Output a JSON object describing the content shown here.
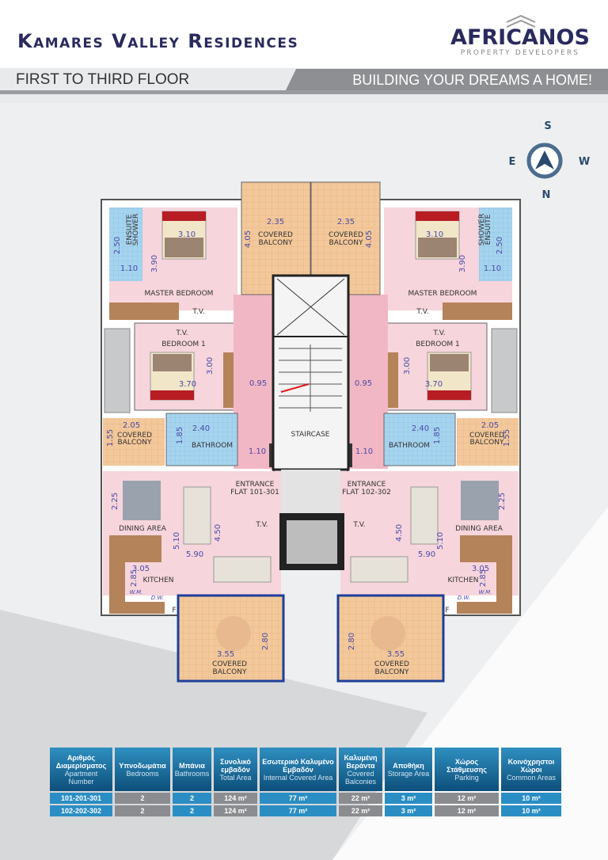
{
  "header": {
    "title": "Kamares Valley Residences",
    "logo_name": "AFRICANOS",
    "logo_sub": "PROPERTY DEVELOPERS",
    "floor": "FIRST TO THIRD FLOOR",
    "slogan": "BUILDING YOUR DREAMS A HOME!"
  },
  "compass": {
    "n": "N",
    "s": "S",
    "e": "E",
    "w": "W"
  },
  "colors": {
    "navy": "#2a2a5e",
    "pink": "#f6d5dc",
    "balcony": "#f3c89a",
    "tile_blue": "#9fd0ee",
    "dim": "#4a4aa8",
    "arrow": "#f28a1e"
  },
  "plan": {
    "master_bedroom": "MASTER BEDROOM",
    "bedroom1": "BEDROOM 1",
    "ensuite": "ENSUITE",
    "shower": "SHOWER",
    "covered": "COVERED",
    "balcony": "BALCONY",
    "bathroom": "BATHROOM",
    "dining": "DINING AREA",
    "kitchen": "KITCHEN",
    "staircase": "STAIRCASE",
    "tv": "T.V.",
    "entrance": "ENTRANCE",
    "flat_left": "FLAT 101-301",
    "flat_right": "FLAT 102-302",
    "wm": "W.M.",
    "dw": "D.W.",
    "f": "F",
    "dims": {
      "mb_w": "3.10",
      "mb_h": "3.90",
      "sh_h": "2.50",
      "sh_w": "1.10",
      "bt_w": "2.35",
      "bt_h": "4.05",
      "b1_h": "3.00",
      "b1_w": "3.70",
      "cor": "0.95",
      "sb_w": "2.05",
      "sb_h": "1.55",
      "ba_w": "2.40",
      "ba_h": "1.85",
      "ent": "1.10",
      "din": "2.25",
      "liv_h": "5.10",
      "liv_h2": "4.50",
      "liv_w": "5.90",
      "kit_w": "3.05",
      "kit_h": "2.85",
      "bb_w": "3.55",
      "bb_h": "2.80"
    }
  },
  "table": {
    "headers": [
      {
        "gr": "Αριθμός Διαμερίσματος",
        "en": "Apartment Number"
      },
      {
        "gr": "Υπνοδωμάτια",
        "en": "Bedrooms"
      },
      {
        "gr": "Μπάνια",
        "en": "Bathrooms"
      },
      {
        "gr": "Συνολικό εμβαδόν",
        "en": "Total Area"
      },
      {
        "gr": "Εσωτερικό Καλυμένο Εμβαδόν",
        "en": "Internal Covered Area"
      },
      {
        "gr": "Καλυμένη Βεράντα",
        "en": "Covered Balconies"
      },
      {
        "gr": "Αποθήκη",
        "en": "Storage Area"
      },
      {
        "gr": "Χώρος Στάθμευσης",
        "en": "Parking"
      },
      {
        "gr": "Κοινόχρηστοι Χώροι",
        "en": "Common Areas"
      }
    ],
    "rows": [
      [
        "101-201-301",
        "2",
        "2",
        "124 m²",
        "77 m²",
        "22 m²",
        "3 m²",
        "12 m²",
        "10 m²"
      ],
      [
        "102-202-302",
        "2",
        "2",
        "124 m²",
        "77 m²",
        "22 m²",
        "3 m²",
        "12 m²",
        "10 m²"
      ]
    ]
  }
}
